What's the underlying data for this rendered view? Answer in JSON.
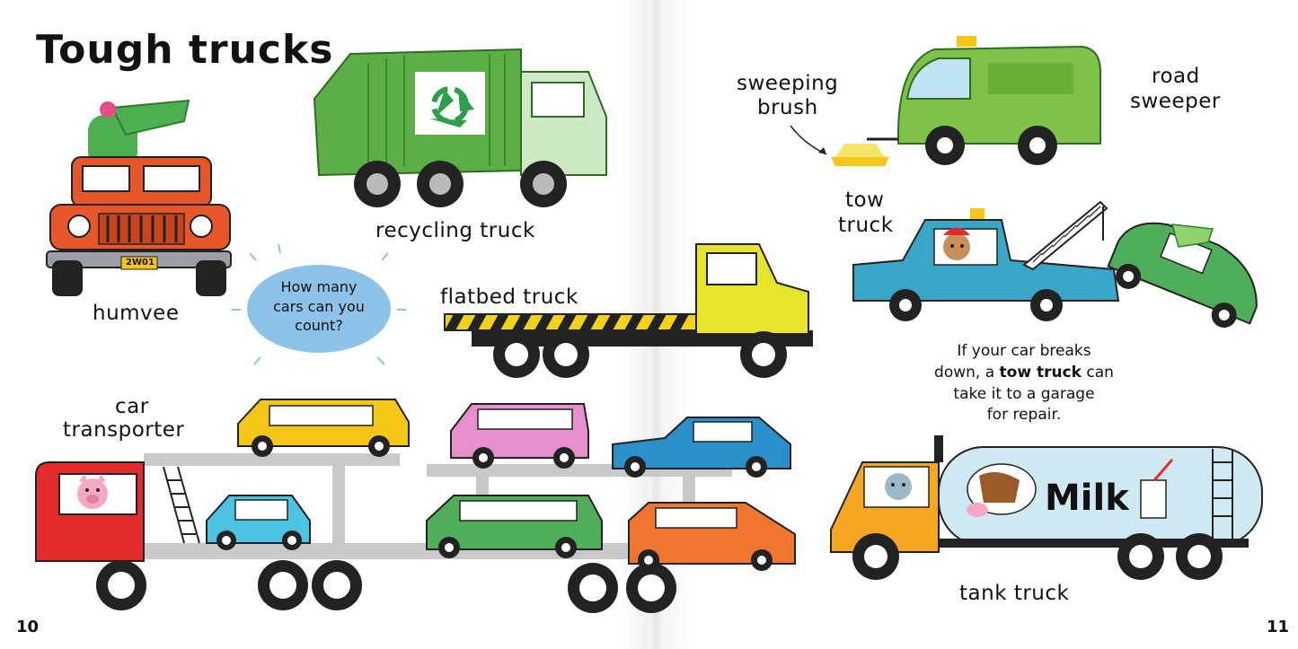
{
  "title": "Tough trucks",
  "page_numbers": {
    "left": "10",
    "right": "11"
  },
  "labels": {
    "humvee": "humvee",
    "recycling_truck": "recycling truck",
    "flatbed_truck": "flatbed truck",
    "car_transporter_line1": "car",
    "car_transporter_line2": "transporter",
    "sweeping_brush_line1": "sweeping",
    "sweeping_brush_line2": "brush",
    "road_sweeper_line1": "road",
    "road_sweeper_line2": "sweeper",
    "tow_truck_line1": "tow",
    "tow_truck_line2": "truck",
    "tank_truck": "tank truck"
  },
  "bubble": {
    "line1": "How many",
    "line2": "cars can you",
    "line3": "count?"
  },
  "info_text": {
    "line1": "If your car breaks",
    "line2_pre": "down, a ",
    "line2_bold": "tow truck",
    "line2_post": " can",
    "line3": "take it to a garage",
    "line4": "for repair."
  },
  "humvee_plate": "2W01",
  "tank_label": "Milk",
  "colors": {
    "humvee": "#e8572a",
    "recycling": "#5cae46",
    "recycling_cab": "#cde8c4",
    "flatbed_cab": "#e6e52c",
    "transporter_cab": "#e32b2b",
    "sweeper": "#7fc24a",
    "tow_truck": "#3aa6c7",
    "tank_cab": "#f5a623",
    "tank": "#cfe9f3",
    "bubble": "#8ec3e9"
  },
  "icons": [
    "recycle-icon",
    "pig-icon",
    "crocodile-icon",
    "dog-icon",
    "cow-icon",
    "bear-icon"
  ]
}
